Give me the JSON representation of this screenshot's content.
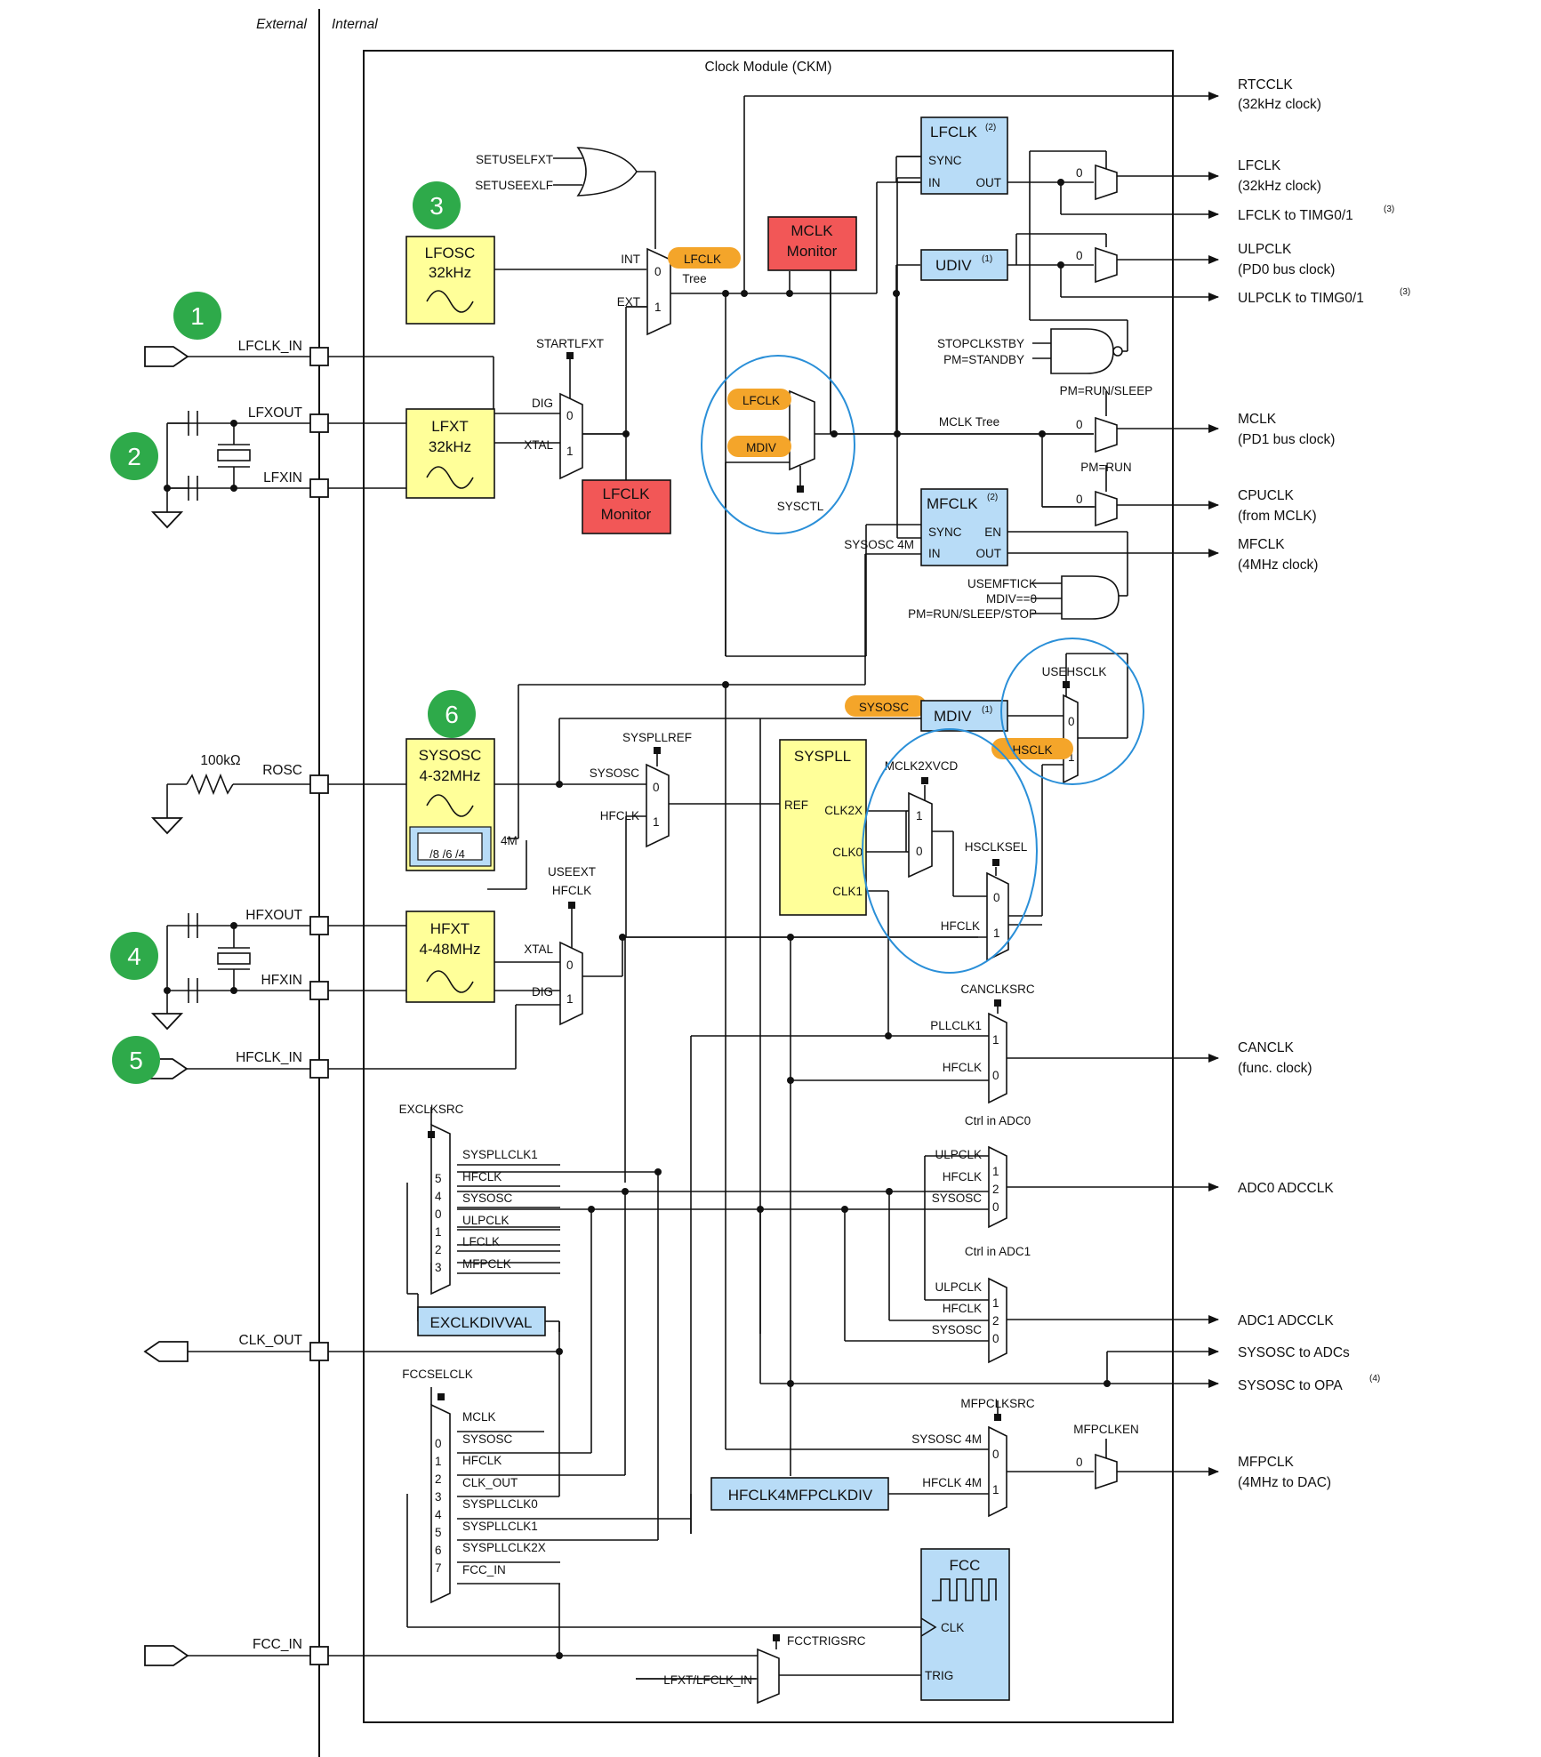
{
  "header": {
    "external": "External",
    "internal": "Internal"
  },
  "module": {
    "title": "Clock Module (CKM)"
  },
  "colors": {
    "yellow": "#ffff99",
    "red": "#f25757",
    "blue": "#b8dcf7",
    "orange": "#f4a52a",
    "green": "#2eaa4a",
    "circle": "#2a8fd8"
  },
  "badges": [
    "1",
    "2",
    "3",
    "4",
    "5",
    "6"
  ],
  "pins": {
    "lfclk_in": "LFCLK_IN",
    "lfxout": "LFXOUT",
    "lfxin": "LFXIN",
    "rosc": "ROSC",
    "resistor": "100kΩ",
    "hfxout": "HFXOUT",
    "hfxin": "HFXIN",
    "hfclk_in": "HFCLK_IN",
    "clk_out": "CLK_OUT",
    "fcc_in": "FCC_IN"
  },
  "blocks": {
    "lfosc": [
      "LFOSC",
      "32kHz"
    ],
    "lfxt": [
      "LFXT",
      "32kHz"
    ],
    "lfclk_monitor": [
      "LFCLK",
      "Monitor"
    ],
    "mclk_monitor": [
      "MCLK",
      "Monitor"
    ],
    "sysosc": [
      "SYSOSC",
      "4-32MHz"
    ],
    "sysosc_div": "/8 /6 /4",
    "hfxt": [
      "HFXT",
      "4-48MHz"
    ],
    "lfclk_block": {
      "title": "LFCLK",
      "sup": "(2)",
      "sync": "SYNC",
      "in": "IN",
      "out": "OUT"
    },
    "udiv": {
      "title": "UDIV",
      "sup": "(1)"
    },
    "mfclk_block": {
      "title": "MFCLK",
      "sup": "(2)",
      "sync": "SYNC",
      "en": "EN",
      "in": "IN",
      "out": "OUT"
    },
    "mdiv": {
      "title": "MDIV",
      "sup": "(1)"
    },
    "syspll": {
      "title": "SYSPLL",
      "ref": "REF",
      "clk2x": "CLK2X",
      "clk0": "CLK0",
      "clk1": "CLK1"
    },
    "exclkdivval": "EXCLKDIVVAL",
    "hfclk4mfpclkdiv": "HFCLK4MFPCLKDIV",
    "fcc": {
      "title": "FCC",
      "clk": "CLK",
      "trig": "TRIG"
    }
  },
  "tags": {
    "lfclk_tree": "LFCLK",
    "lfclk_mux": "LFCLK",
    "mdiv_mux": "MDIV",
    "sysosc": "SYSOSC",
    "hsclk": "HSCLK"
  },
  "labels": {
    "setuselfxt": "SETUSELFXT",
    "setuseexlf": "SETUSEEXLF",
    "int": "INT",
    "ext": "EXT",
    "tree": "Tree",
    "startlfxt": "STARTLFXT",
    "dig": "DIG",
    "xtal": "XTAL",
    "sysctl": "SYSCTL",
    "mclk_tree": "MCLK Tree",
    "stopclkstby": "STOPCLKSTBY",
    "pm_standby": "PM=STANDBY",
    "pm_run_sleep": "PM=RUN/SLEEP",
    "pm_run": "PM=RUN",
    "sysosc_4m": "SYSOSC 4M",
    "usemftick": "USEMFTICK",
    "mdiv_eq0": "MDIV==0",
    "pm_run_sleep_stop": "PM=RUN/SLEEP/STOP",
    "usehsclk": "USEHSCLK",
    "syspllref": "SYSPLLREF",
    "sysosc": "SYSOSC",
    "hfclk": "HFCLK",
    "mclk2xvcd": "MCLK2XVCD",
    "hsclksel": "HSCLKSEL",
    "useext": "USEEXT",
    "hfclk2": "HFCLK",
    "four_m": "4M",
    "xtal2": "XTAL",
    "dig2": "DIG",
    "canclksrc": "CANCLKSRC",
    "pllclk1": "PLLCLK1",
    "hfclk_can": "HFCLK",
    "exclksrc": "EXCLKSRC",
    "exclk_items": [
      "SYSPLLCLK1",
      "HFCLK",
      "SYSOSC",
      "ULPCLK",
      "LFCLK",
      "MFPCLK"
    ],
    "exclk_sel": [
      "5",
      "4",
      "0",
      "1",
      "2",
      "3"
    ],
    "adc0_ctrl": "Ctrl in ADC0",
    "adc1_ctrl": "Ctrl in ADC1",
    "adc_items": [
      "ULPCLK",
      "HFCLK",
      "SYSOSC"
    ],
    "fccselclk": "FCCSELCLK",
    "fcc_items": [
      "MCLK",
      "SYSOSC",
      "HFCLK",
      "CLK_OUT",
      "SYSPLLCLK0",
      "SYSPLLCLK1",
      "SYSPLLCLK2X",
      "FCC_IN"
    ],
    "fcc_sel": [
      "0",
      "1",
      "2",
      "3",
      "4",
      "5",
      "6",
      "7"
    ],
    "mfpclksrc": "MFPCLKSRC",
    "sysosc_4m_b": "SYSOSC 4M",
    "hfclk_4m": "HFCLK 4M",
    "mfpclken": "MFPCLKEN",
    "fcctrigsrc": "FCCTRIGSRC",
    "lfxt_lfclk_in": "LFXT/LFCLK_IN"
  },
  "outputs": {
    "rtcclk": [
      "RTCCLK",
      "(32kHz clock)"
    ],
    "lfclk": [
      "LFCLK",
      "(32kHz clock)"
    ],
    "lfclk_timg": "LFCLK to TIMG0/1",
    "ulpclk": [
      "ULPCLK",
      "(PD0 bus clock)"
    ],
    "ulpclk_timg": "ULPCLK to TIMG0/1",
    "mclk": [
      "MCLK",
      "(PD1 bus clock)"
    ],
    "cpuclk": [
      "CPUCLK",
      "(from MCLK)"
    ],
    "mfclk": [
      "MFCLK",
      "(4MHz clock)"
    ],
    "canclk": [
      "CANCLK",
      "(func. clock)"
    ],
    "adc0": "ADC0 ADCCLK",
    "adc1": "ADC1 ADCCLK",
    "sysosc_adcs": "SYSOSC to ADCs",
    "sysosc_opa": "SYSOSC to OPA",
    "mfpclk": [
      "MFPCLK",
      "(4MHz to DAC)"
    ],
    "note3": "(3)",
    "note4": "(4)"
  }
}
